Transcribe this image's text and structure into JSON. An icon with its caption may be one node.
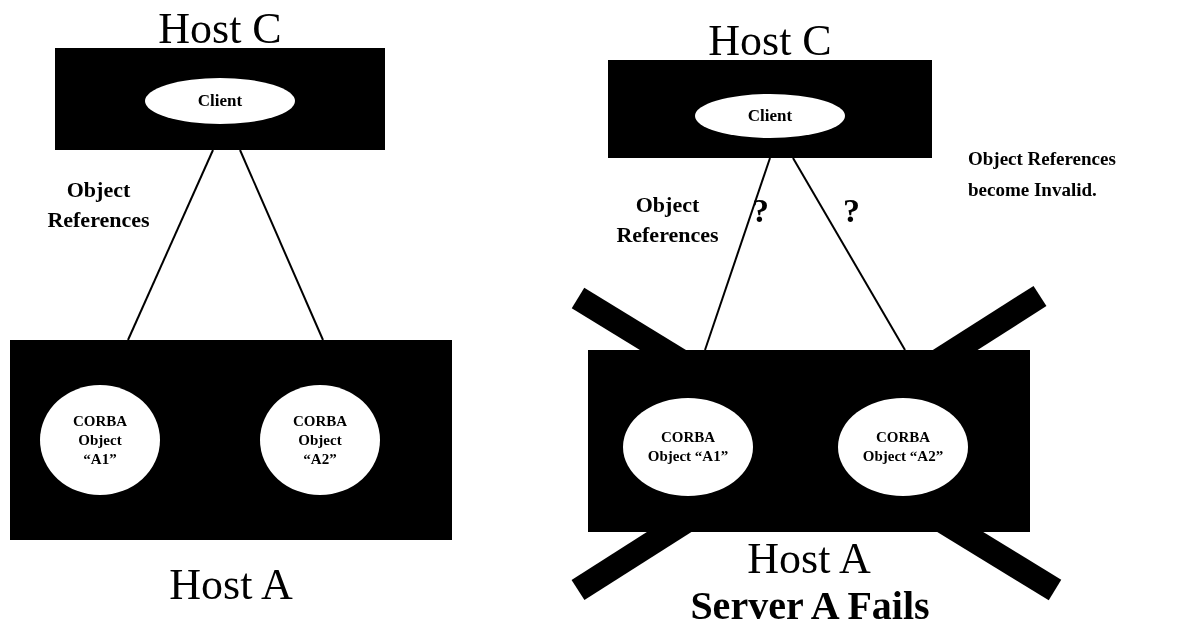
{
  "diagram": {
    "nodes": [
      {
        "text": [
          "Host C"
        ]
      },
      {
        "text": [
          "Client"
        ],
        "in": 0
      },
      {
        "text": [
          "Host A"
        ]
      },
      {
        "text": [
          "CORBA Object “A1”"
        ],
        "in": 2
      },
      {
        "text": [
          "CORBA Object “A2”"
        ],
        "in": 2
      },
      {
        "text": [
          "Host C"
        ]
      },
      {
        "text": [
          "Client"
        ],
        "in": 5
      },
      {
        "text": [
          "Host A"
        ]
      },
      {
        "text": [
          "CORBA Object “A1”"
        ],
        "in": 7
      },
      {
        "text": [
          "CORBA Object “A2”"
        ],
        "in": 7
      }
    ],
    "edges": [
      {
        "from": 0,
        "to": 2,
        "arrow": "none",
        "label": "Object References"
      },
      {
        "from": 0,
        "to": 2,
        "arrow": "none"
      },
      {
        "from": 5,
        "to": 7,
        "arrow": "none",
        "label": "Object References"
      },
      {
        "from": 5,
        "to": 7,
        "arrow": "none"
      }
    ],
    "labels": [
      "?",
      "?",
      "Object References become Invalid.",
      "Server A Fails"
    ]
  }
}
